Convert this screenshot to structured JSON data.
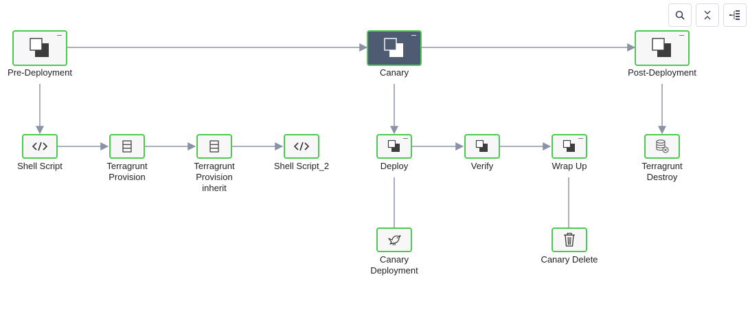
{
  "toolbar": {
    "icons": [
      "search-icon",
      "collapse-all-icon",
      "tree-layout-icon"
    ]
  },
  "stages": {
    "pre_deployment": {
      "label": "Pre-Deployment",
      "icon": "stage-group-icon"
    },
    "canary": {
      "label": "Canary",
      "icon": "stage-group-icon"
    },
    "post_deployment": {
      "label": "Post-Deployment",
      "icon": "stage-group-icon"
    }
  },
  "steps": {
    "shell_script": {
      "label": "Shell Script",
      "icon": "code-icon"
    },
    "terragrunt_provision": {
      "label": "Terragrunt Provision",
      "icon": "terragrunt-icon"
    },
    "terragrunt_provision_inherit": {
      "label": "Terragrunt Provision inherit",
      "icon": "terragrunt-icon"
    },
    "shell_script_2": {
      "label": "Shell Script_2",
      "icon": "code-icon"
    },
    "deploy": {
      "label": "Deploy",
      "icon": "step-group-icon"
    },
    "verify": {
      "label": "Verify",
      "icon": "step-group-icon"
    },
    "wrap_up": {
      "label": "Wrap Up",
      "icon": "step-group-icon"
    },
    "canary_deployment": {
      "label": "Canary Deployment",
      "icon": "canary-bird-icon"
    },
    "canary_delete": {
      "label": "Canary Delete",
      "icon": "trash-icon"
    },
    "terragrunt_destroy": {
      "label": "Terragrunt Destroy",
      "icon": "terragrunt-destroy-icon"
    }
  },
  "colors": {
    "node_border": "#4dc952",
    "selected_fill": "#4f5b73",
    "edge": "#8a93a6"
  }
}
